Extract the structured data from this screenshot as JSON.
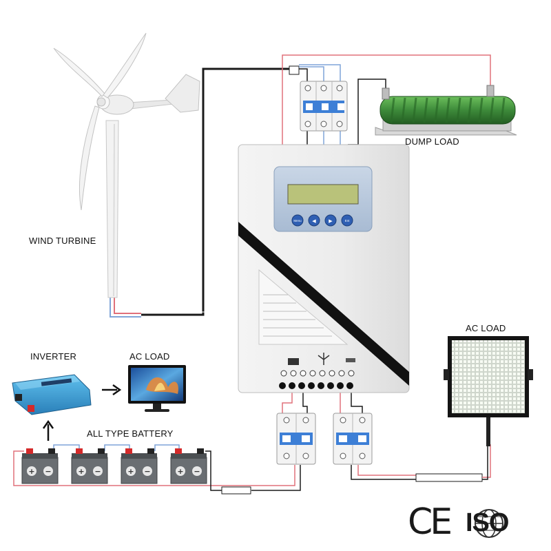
{
  "labels": {
    "wind_turbine": "WIND TURBINE",
    "dump_load": "DUMP LOAD",
    "inverter": "INVERTER",
    "ac_load_left": "AC LOAD",
    "all_type_battery": "ALL TYPE BATTERY",
    "ac_load_right": "AC LOAD"
  },
  "certifications": {
    "ce": "CE",
    "iso": "ISO"
  },
  "controller": {
    "buttons": [
      "Menu",
      "◀",
      "▶",
      "Ent"
    ]
  },
  "colors": {
    "wire_red": "#e0707a",
    "wire_blue": "#7fa4d8",
    "wire_black": "#1a1a1a",
    "breaker_blue": "#3d7fd6",
    "controller_body": "#eeeeee",
    "lcd_green": "#b9c27a",
    "battery_body": "#6a6e72",
    "resistor_green": "#3d8a3a",
    "inverter_blue": "#3fa0d8"
  },
  "icons": [
    "wind-turbine-icon",
    "controller-icon",
    "breaker-icon",
    "resistor-icon",
    "inverter-icon",
    "monitor-icon",
    "battery-icon",
    "led-panel-icon",
    "ce-mark-icon",
    "iso-mark-icon",
    "arrow-right-icon",
    "arrow-up-icon"
  ]
}
